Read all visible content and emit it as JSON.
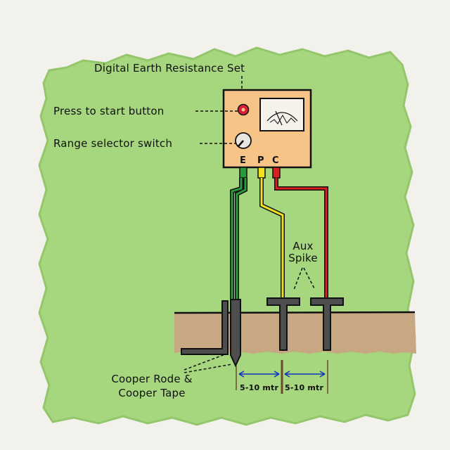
{
  "title": "Digital Earth Resistance Set",
  "labels": {
    "start_button": "Press to start button",
    "range_switch": "Range selector switch",
    "aux_spike_line1": "Aux",
    "aux_spike_line2": "Spike",
    "rod_line1": "Cooper Rode &",
    "rod_line2": "Cooper Tape",
    "distance_1": "5-10 mtr",
    "distance_2": "5-10 mtr"
  },
  "terminals": [
    "E",
    "P",
    "C"
  ],
  "colors": {
    "background_green": "#a6d67e",
    "soil": "#c8a882",
    "instrument_body": "#f6c487",
    "wire_e": "#2a9a3a",
    "wire_p": "#f0e020",
    "wire_c": "#d82020",
    "distance_arrow": "#1030c0",
    "electrode": "#4e4e4e"
  }
}
